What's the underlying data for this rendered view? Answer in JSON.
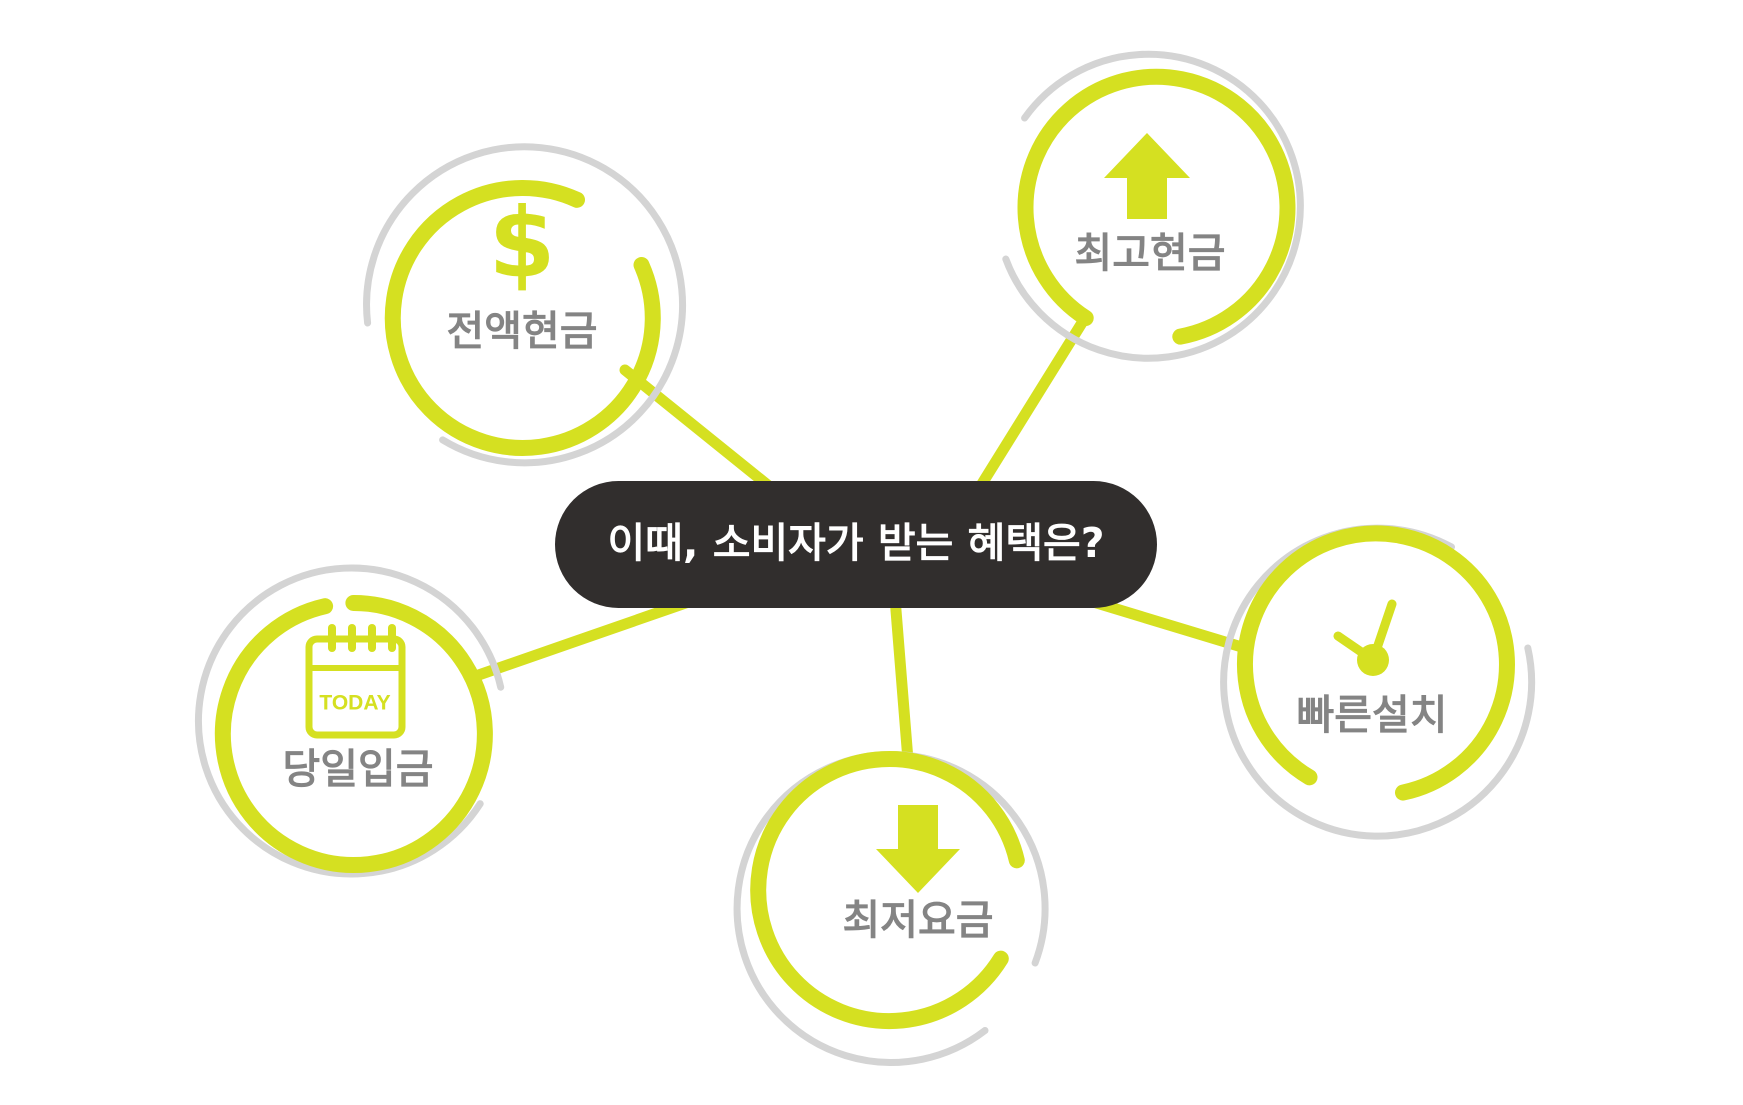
{
  "center": {
    "label": "이때, 소비자가 받는 혜택은?"
  },
  "benefits": [
    {
      "id": "full-cash",
      "label": "전액현금",
      "icon": "dollar-sign-icon"
    },
    {
      "id": "max-cash",
      "label": "최고현금",
      "icon": "arrow-up-icon"
    },
    {
      "id": "same-day-deposit",
      "label": "당일입금",
      "icon": "calendar-icon",
      "icon_text": "TODAY"
    },
    {
      "id": "lowest-fee",
      "label": "최저요금",
      "icon": "arrow-down-icon"
    },
    {
      "id": "fast-install",
      "label": "빠른설치",
      "icon": "clock-icon"
    }
  ],
  "colors": {
    "accent": "#d5e021",
    "ring_gray": "#d4d4d4",
    "label_gray": "#848484",
    "pill_bg": "#312e2d",
    "pill_text": "#ffffff",
    "background": "#ffffff"
  }
}
